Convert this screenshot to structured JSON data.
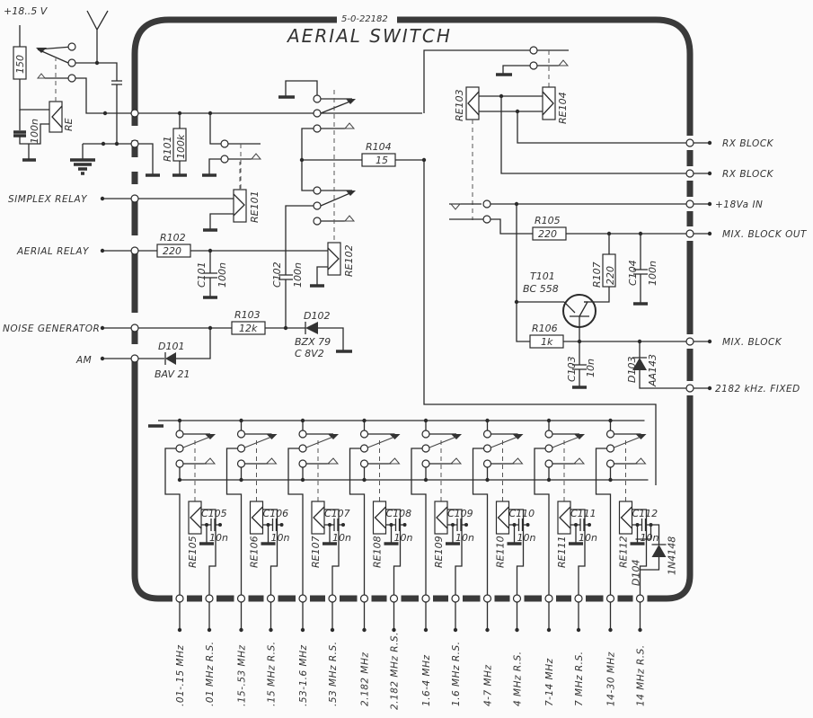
{
  "header": {
    "doc_number": "5-0-22182",
    "title": "AERIAL SWITCH"
  },
  "supply": {
    "label": "+18..5 V"
  },
  "left_inputs": [
    {
      "id": "simplex",
      "label": "SIMPLEX RELAY"
    },
    {
      "id": "aerial",
      "label": "AERIAL RELAY"
    },
    {
      "id": "noise",
      "label": "NOISE GENERATOR"
    },
    {
      "id": "am",
      "label": "AM"
    }
  ],
  "right_outputs": [
    {
      "id": "rx1",
      "label": "RX BLOCK"
    },
    {
      "id": "rx2",
      "label": "RX BLOCK"
    },
    {
      "id": "v18",
      "label": "+18Va IN"
    },
    {
      "id": "mixout",
      "label": "MIX. BLOCK OUT"
    },
    {
      "id": "mix",
      "label": "MIX. BLOCK"
    },
    {
      "id": "fixed",
      "label": "2182 kHz. FIXED"
    }
  ],
  "components": {
    "r_supply": {
      "value": "150"
    },
    "c_supply": {
      "value": "100n"
    },
    "re_main": {
      "ref": "RE"
    },
    "r101": {
      "ref": "R101",
      "value": "100k"
    },
    "r102": {
      "ref": "R102",
      "value": "220"
    },
    "r103": {
      "ref": "R103",
      "value": "12k"
    },
    "r104": {
      "ref": "R104",
      "value": "15"
    },
    "r105": {
      "ref": "R105",
      "value": "220"
    },
    "r106": {
      "ref": "R106",
      "value": "1k"
    },
    "r107": {
      "ref": "R107",
      "value": "220"
    },
    "c101": {
      "ref": "C101",
      "value": "100n"
    },
    "c102": {
      "ref": "C102",
      "value": "100n"
    },
    "c103": {
      "ref": "C103",
      "value": "10n"
    },
    "c104": {
      "ref": "C104",
      "value": "100n"
    },
    "d101": {
      "ref": "D101",
      "part": "BAV 21"
    },
    "d102": {
      "ref": "D102",
      "part": "BZX 79",
      "part2": "C 8V2"
    },
    "d103": {
      "ref": "D103",
      "part": "AA143"
    },
    "d104": {
      "ref": "D104",
      "part": "1N4148"
    },
    "t101": {
      "ref": "T101",
      "part": "BC 558"
    },
    "re101": {
      "ref": "RE101"
    },
    "re102": {
      "ref": "RE102"
    },
    "re103": {
      "ref": "RE103"
    },
    "re104": {
      "ref": "RE104"
    }
  },
  "band_relays": [
    {
      "relay": "RE105",
      "cap": "C105",
      "cap_value": "10n"
    },
    {
      "relay": "RE106",
      "cap": "C106",
      "cap_value": "10n"
    },
    {
      "relay": "RE107",
      "cap": "C107",
      "cap_value": "10n"
    },
    {
      "relay": "RE108",
      "cap": "C108",
      "cap_value": "10n"
    },
    {
      "relay": "RE109",
      "cap": "C109",
      "cap_value": "10n"
    },
    {
      "relay": "RE110",
      "cap": "C110",
      "cap_value": "10n"
    },
    {
      "relay": "RE111",
      "cap": "C111",
      "cap_value": "10n"
    },
    {
      "relay": "RE112",
      "cap": "C112",
      "cap_value": "10n"
    }
  ],
  "bottom_pins": [
    ".01-.15 MHz",
    ".01 MHz R.S.",
    ".15-.53 MHz",
    ".15 MHz R.S.",
    ".53-1.6 MHz",
    ".53 MHz R.S.",
    "2.182 MHz",
    "2.182 MHz R.S.",
    "1.6-4 MHz",
    "1.6 MHz R.S.",
    "4-7 MHz",
    "4 MHz R.S.",
    "7-14 MHz",
    "7 MHz R.S.",
    "14-30 MHz",
    "14 MHz R.S."
  ]
}
